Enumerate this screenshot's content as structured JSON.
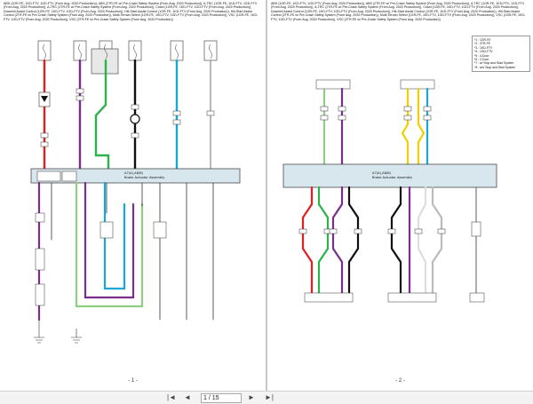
{
  "pages": [
    {
      "header": "ABS (1GR-FE, 1KD-FTV, 1GD-FTV (From Aug. 2020 Production)), ABS (2TR-FE w/ Pre-Crash Safety System (From Aug. 2020 Production)), A-TRC (1GR-FE, 1KD-FTV, 1GD-FTV (From Aug. 2020 Production)), A-TRC (2TR-FE w/ Pre-Crash Safety System (From Aug. 2020 Production)), Crawl (1GR-FE, 1KD-FTV, 1GD-FTV (From Aug. 2020 Production)), Downhill Assist Control (1GR-FE, 1KD-FTV, 1GD-FTV (From Aug. 2020 Production)), Hill-Start Assist Control (1GR-FE, 1KD-FTV (From Aug. 2020 Production)), Hill-Start Assist Control (2TR-FE w/ Pre-Crash Safety System (From Aug. 2020 Production)), Multi-Terrain Select (1GR-FE, 1KD-FTV, 1GD-FTV (From Aug. 2020 Production)), VSC (1GR-FE, 1KD-FTV, 1GD-FTV (From Aug. 2020 Production)), VSC (2TR-FE w/ Pre-Crash Safety System (From Aug. 2020 Production))",
      "footer": "- 1 -",
      "main_connector": "A7(A),A8(B)",
      "main_component": "Brake Actuator Assembly"
    },
    {
      "header": "ABS (1GR-FE, 1KD-FTV, 1GD-FTV (From Aug. 2020 Production)), ABS (2TR-FE w/ Pre-Crash Safety System (From Aug. 2020 Production)), A-TRC (1GR-FE, 1KD-FTV, 1GD-FTV (From Aug. 2020 Production)), A-TRC (2TR-FE w/ Pre-Crash Safety System (From Aug. 2020 Production)), Crawl (1GR-FE, 1KD-FTV, 1GD-FTV (From Aug. 2020 Production)), Downhill Assist Control (1GR-FE, 1KD-FTV, 1GD-FTV (From Aug. 2020 Production)), Hill-Start Assist Control (1GR-FE, 1KD-FTV (From Aug. 2020 Production)), Hill-Start Assist Control (2TR-FE w/ Pre-Crash Safety System (From Aug. 2020 Production)), Multi-Terrain Select (1GR-FE, 1KD-FTV, 1GD-FTV (From Aug. 2020 Production)), VSC (1GR-FE, 1KD-FTV, 1GD-FTV (From Aug. 2020 Production)), VSC (2TR-FE w/ Pre-Crash Safety System (From Aug. 2020 Production))",
      "footer": "- 2 -",
      "main_connector": "A7(A),A8(B)",
      "main_component": "Brake Actuator Assembly",
      "legend": [
        "*1 : 1GR-FE",
        "*2 : 2TR-FE",
        "*3 : 1KD-FTV",
        "*4 : 1GD-FTV",
        "*5 : 4-Door",
        "*6 : 2-Door",
        "*7 : w/ Stop and Start System",
        "*8 : w/o Stop and Start System"
      ]
    }
  ],
  "toolbar": {
    "current_page": "1",
    "total_pages": "/ 15",
    "first_label": "|◄",
    "prev_label": "◄",
    "next_label": "►",
    "last_label": "►|"
  },
  "colors": {
    "wire_red": "#e02020",
    "wire_green": "#2bb24a",
    "wire_light_green": "#8ccf7e",
    "wire_purple": "#7b2d8e",
    "wire_blue": "#1aa7d8",
    "wire_black": "#111111",
    "wire_gray": "#8a8a8a",
    "wire_yellow": "#f0d000",
    "wire_white": "#dddddd",
    "module_fill": "#d8e6ee"
  }
}
